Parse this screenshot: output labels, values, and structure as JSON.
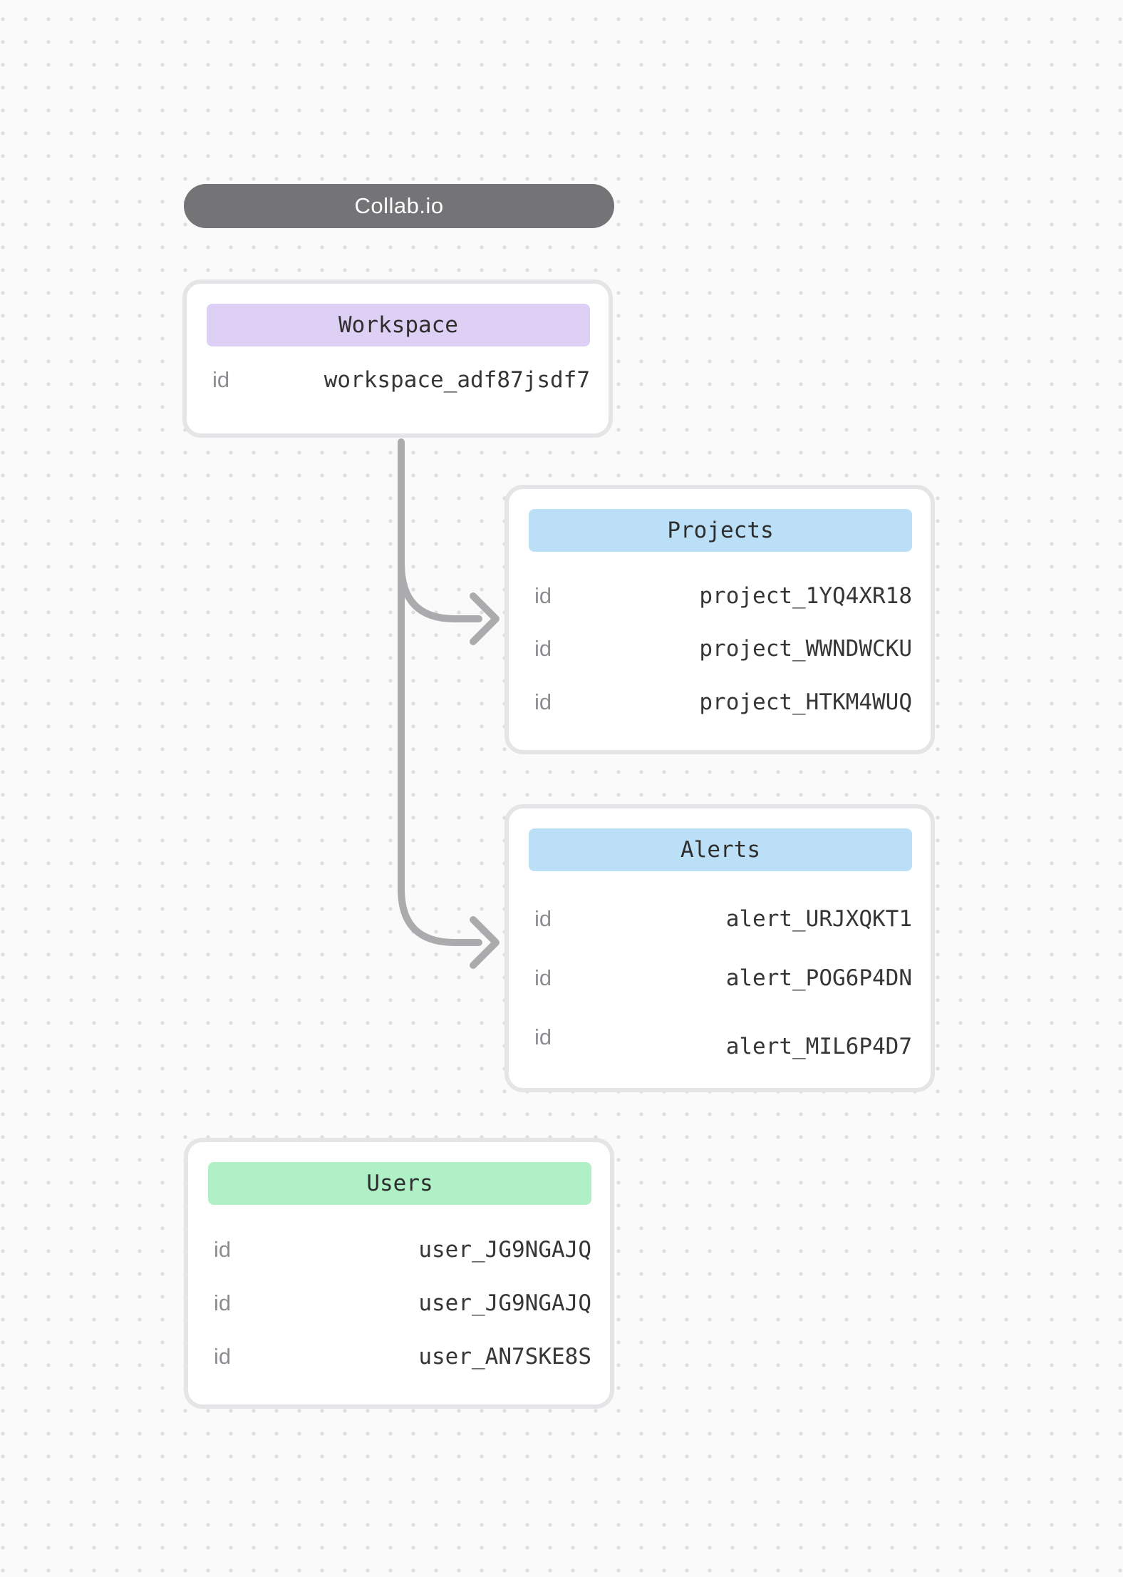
{
  "app": {
    "brand": "Collab.io"
  },
  "colors": {
    "brand_pill_bg": "#747477",
    "workspace_header_bg": "#ded0f4",
    "projects_header_bg": "#bbdff7",
    "alerts_header_bg": "#bbdff7",
    "users_header_bg": "#aff0c7",
    "connector": "#ababad"
  },
  "nodes": {
    "workspace": {
      "title": "Workspace",
      "rows": [
        {
          "key": "id",
          "value": "workspace_adf87jsdf7"
        }
      ]
    },
    "projects": {
      "title": "Projects",
      "rows": [
        {
          "key": "id",
          "value": "project_1YQ4XR18"
        },
        {
          "key": "id",
          "value": "project_WWNDWCKU"
        },
        {
          "key": "id",
          "value": "project_HTKM4WUQ"
        }
      ]
    },
    "alerts": {
      "title": "Alerts",
      "rows": [
        {
          "key": "id",
          "value": "alert_URJXQKT1"
        },
        {
          "key": "id",
          "value": "alert_POG6P4DN"
        },
        {
          "key": "id",
          "value": "alert_MIL6P4D7"
        }
      ]
    },
    "users": {
      "title": "Users",
      "rows": [
        {
          "key": "id",
          "value": "user_JG9NGAJQ"
        },
        {
          "key": "id",
          "value": "user_JG9NGAJQ"
        },
        {
          "key": "id",
          "value": "user_AN7SKE8S"
        }
      ]
    }
  }
}
